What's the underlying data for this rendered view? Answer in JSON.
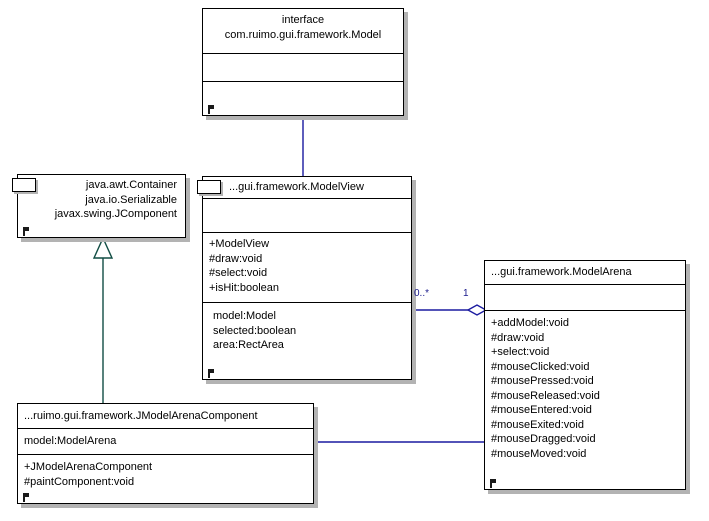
{
  "diagram": {
    "title": "UML class diagram",
    "colors": {
      "box_border": "#000000",
      "box_fill": "#ffffff",
      "box_shadow": "#b3b3b3",
      "association_line": "#1a1aa0",
      "generalization_line": "#114d44",
      "label_text": "#1a1a8c",
      "text": "#000000"
    }
  },
  "boxes": {
    "model_interface": {
      "name": "model-interface-class-box",
      "stereotype": "interface",
      "qualified_name": "com.ruimo.gui.framework.Model",
      "attributes": [],
      "operations": []
    },
    "container": {
      "name": "java-container-class-box",
      "lines": [
        "java.awt.Container",
        "java.io.Serializable",
        "javax.swing.JComponent"
      ]
    },
    "model_view": {
      "name": "model-view-class-box",
      "qualified_name": "...gui.framework.ModelView",
      "empty_compartment": "",
      "operations": [
        "+ModelView",
        "#draw:void",
        "#select:void",
        "+isHit:boolean"
      ],
      "attributes": [
        "model:Model",
        "selected:boolean",
        "area:RectArea"
      ]
    },
    "model_arena": {
      "name": "model-arena-class-box",
      "qualified_name": "...gui.framework.ModelArena",
      "empty_compartment": "",
      "operations": [
        "+addModel:void",
        "#draw:void",
        "+select:void",
        "#mouseClicked:void",
        "#mousePressed:void",
        "#mouseReleased:void",
        "#mouseEntered:void",
        "#mouseExited:void",
        "#mouseDragged:void",
        "#mouseMoved:void"
      ]
    },
    "jmodel_arena_component": {
      "name": "jmodelarenacomponent-class-box",
      "qualified_name": "...ruimo.gui.framework.JModelArenaComponent",
      "attributes": [
        "model:ModelArena"
      ],
      "operations": [
        "+JModelArenaComponent",
        "#paintComponent:void"
      ]
    }
  },
  "associations": {
    "modelview_to_arena": {
      "source_multiplicity": "0..*",
      "target_multiplicity": "1"
    }
  }
}
